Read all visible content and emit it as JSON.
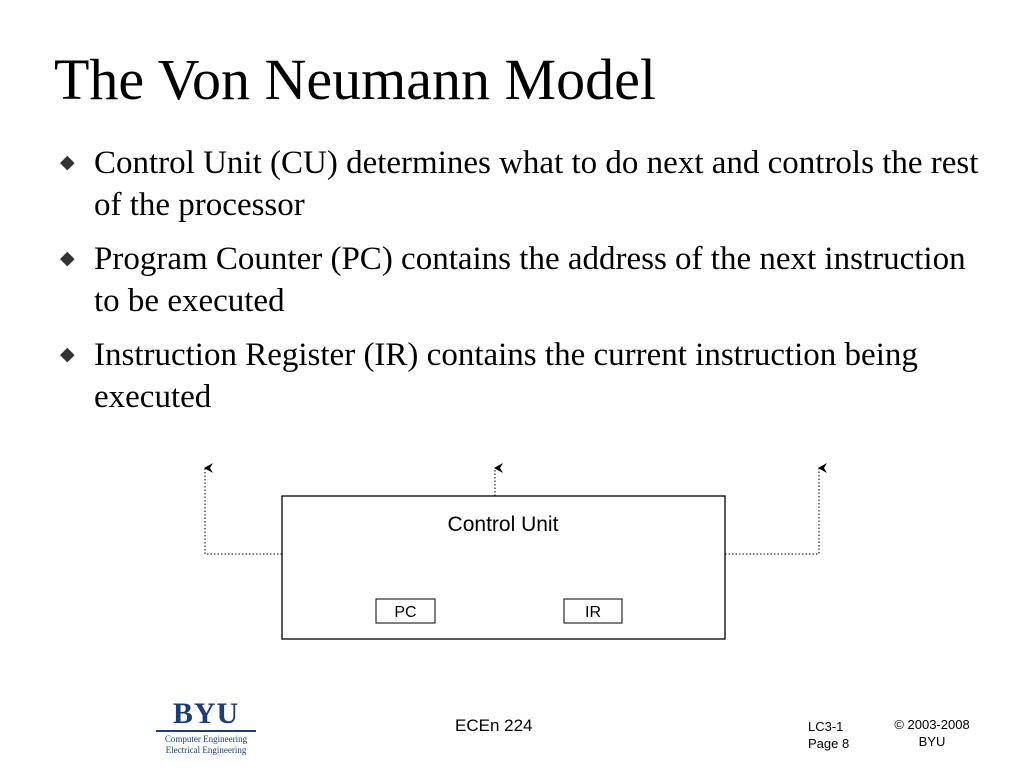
{
  "slide": {
    "title": "The Von Neumann Model",
    "bullets": [
      {
        "text": "Control Unit (CU) determines what to do next and controls the rest of the processor"
      },
      {
        "text": "Program Counter (PC) contains the address of the next instruction to be executed"
      },
      {
        "text": "Instruction Register (IR) contains the current instruction being executed"
      }
    ],
    "bullet_icon": "diamond-bullet-icon"
  },
  "diagram": {
    "box_label": "Control Unit",
    "registers": [
      {
        "label": "PC"
      },
      {
        "label": "IR"
      }
    ],
    "line_style": "dotted",
    "arrow_count": 3
  },
  "footer": {
    "logo": {
      "mark": "BYU",
      "line1": "Computer Engineering",
      "line2": "Electrical Engineering"
    },
    "course": "ECEn 224",
    "slide_code": "LC3-1",
    "page": "Page 8",
    "copyright": "© 2003-2008",
    "org": "BYU"
  },
  "colors": {
    "text": "#000000",
    "background": "#ffffff",
    "logo": "#1b3e7a"
  }
}
